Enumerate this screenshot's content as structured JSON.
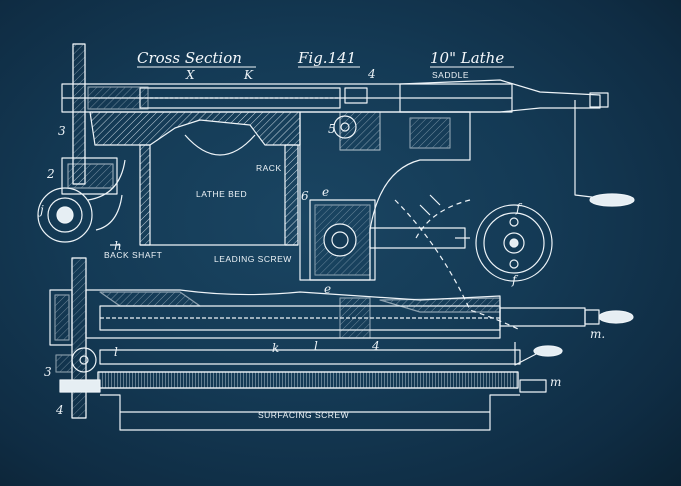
{
  "titles": {
    "cross_section": "Cross Section",
    "figure": "Fig.141",
    "lathe": "10\" Lathe"
  },
  "labels": {
    "saddle": "SADDLE",
    "rack": "RACK",
    "lathe_bed": "LATHE BED",
    "leading_screw": "LEADING SCREW",
    "back_shaft": "BACK SHAFT",
    "surfacing_screw": "SURFACING SCREW"
  },
  "markers": {
    "x": "X",
    "k_top": "K",
    "n4_top": "4",
    "n3_top": "3",
    "n2": "2",
    "j": "j",
    "h": "h",
    "n5": "5",
    "n6": "6",
    "e_top": "e",
    "e_bottom": "e",
    "f_top": "f",
    "f_bottom": "f",
    "k_bottom": "k",
    "l_mid": "l",
    "n4_mid": "4",
    "m_mid": "m.",
    "n3_bottom": "3",
    "l_left": "l",
    "m_bottom": "m",
    "n4_bottom": "4"
  },
  "colors": {
    "background": "#143a55",
    "ink": "#eef4f8"
  }
}
